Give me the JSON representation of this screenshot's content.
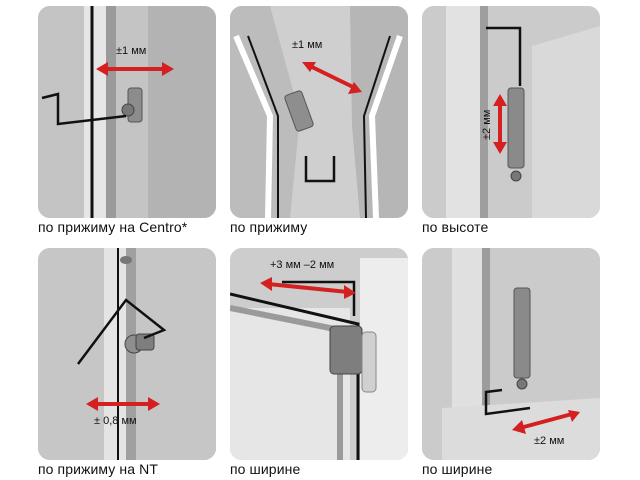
{
  "panels": [
    {
      "caption": "по прижиму на Centro*",
      "measure": "±1 мм"
    },
    {
      "caption": "по прижиму",
      "measure": "±1 мм"
    },
    {
      "caption": "по высоте",
      "measure": "±2 мм"
    },
    {
      "caption": "по прижиму на NT",
      "measure": "± 0,8 мм"
    },
    {
      "caption": "по ширине",
      "measure": "+3 мм –2 мм"
    },
    {
      "caption": "по ширине",
      "measure": "±2 мм"
    }
  ],
  "colors": {
    "arrow": "#d42020",
    "frame": "#111111"
  }
}
